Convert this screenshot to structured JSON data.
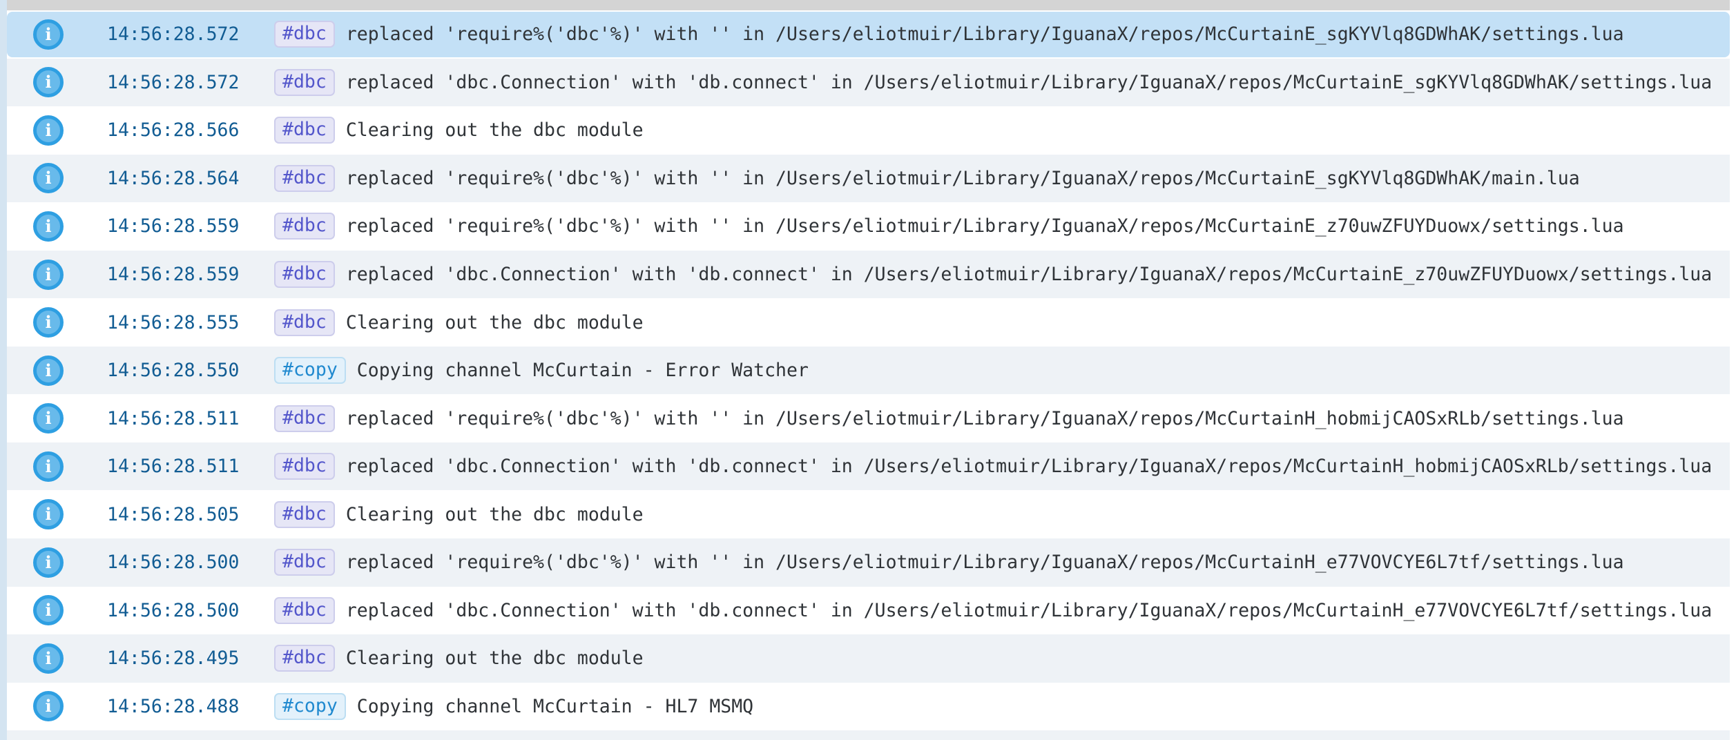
{
  "icon": {
    "info_glyph": "i",
    "name": "info-icon"
  },
  "colors": {
    "selected_row_bg": "#c3e0f6",
    "alt_row_bg": "#eef2f6",
    "left_strip": "#d4e4f1",
    "top_bar": "#d4d4d4",
    "timestamp_text": "#115c93",
    "message_text": "#2f3337",
    "dbc_badge_text": "#5356cb",
    "dbc_badge_bg": "#e6e6f6",
    "copy_badge_text": "#2089cf",
    "copy_badge_bg": "#e3f1fb",
    "info_icon_ring": "#2e9fe2",
    "info_icon_fill": "#68baeb"
  },
  "log": {
    "entries": [
      {
        "time": "14:56:28.572",
        "tag": "#dbc",
        "tag_type": "dbc",
        "selected": true,
        "message": "replaced 'require%('dbc'%)' with '' in /Users/eliotmuir/Library/IguanaX/repos/McCurtainE_sgKYVlq8GDWhAK/settings.lua"
      },
      {
        "time": "14:56:28.572",
        "tag": "#dbc",
        "tag_type": "dbc",
        "message": "replaced 'dbc.Connection' with 'db.connect' in /Users/eliotmuir/Library/IguanaX/repos/McCurtainE_sgKYVlq8GDWhAK/settings.lua"
      },
      {
        "time": "14:56:28.566",
        "tag": "#dbc",
        "tag_type": "dbc",
        "message": "Clearing out the dbc module"
      },
      {
        "time": "14:56:28.564",
        "tag": "#dbc",
        "tag_type": "dbc",
        "message": "replaced 'require%('dbc'%)' with '' in /Users/eliotmuir/Library/IguanaX/repos/McCurtainE_sgKYVlq8GDWhAK/main.lua"
      },
      {
        "time": "14:56:28.559",
        "tag": "#dbc",
        "tag_type": "dbc",
        "message": "replaced 'require%('dbc'%)' with '' in /Users/eliotmuir/Library/IguanaX/repos/McCurtainE_z70uwZFUYDuowx/settings.lua"
      },
      {
        "time": "14:56:28.559",
        "tag": "#dbc",
        "tag_type": "dbc",
        "message": "replaced 'dbc.Connection' with 'db.connect' in /Users/eliotmuir/Library/IguanaX/repos/McCurtainE_z70uwZFUYDuowx/settings.lua"
      },
      {
        "time": "14:56:28.555",
        "tag": "#dbc",
        "tag_type": "dbc",
        "message": "Clearing out the dbc module"
      },
      {
        "time": "14:56:28.550",
        "tag": "#copy",
        "tag_type": "copy",
        "message": "Copying channel McCurtain - Error Watcher"
      },
      {
        "time": "14:56:28.511",
        "tag": "#dbc",
        "tag_type": "dbc",
        "message": "replaced 'require%('dbc'%)' with '' in /Users/eliotmuir/Library/IguanaX/repos/McCurtainH_hobmijCAOSxRLb/settings.lua"
      },
      {
        "time": "14:56:28.511",
        "tag": "#dbc",
        "tag_type": "dbc",
        "message": "replaced 'dbc.Connection' with 'db.connect' in /Users/eliotmuir/Library/IguanaX/repos/McCurtainH_hobmijCAOSxRLb/settings.lua"
      },
      {
        "time": "14:56:28.505",
        "tag": "#dbc",
        "tag_type": "dbc",
        "message": "Clearing out the dbc module"
      },
      {
        "time": "14:56:28.500",
        "tag": "#dbc",
        "tag_type": "dbc",
        "message": "replaced 'require%('dbc'%)' with '' in /Users/eliotmuir/Library/IguanaX/repos/McCurtainH_e77VOVCYE6L7tf/settings.lua"
      },
      {
        "time": "14:56:28.500",
        "tag": "#dbc",
        "tag_type": "dbc",
        "message": "replaced 'dbc.Connection' with 'db.connect' in /Users/eliotmuir/Library/IguanaX/repos/McCurtainH_e77VOVCYE6L7tf/settings.lua"
      },
      {
        "time": "14:56:28.495",
        "tag": "#dbc",
        "tag_type": "dbc",
        "message": "Clearing out the dbc module"
      },
      {
        "time": "14:56:28.488",
        "tag": "#copy",
        "tag_type": "copy",
        "message": "Copying channel McCurtain - HL7 MSMQ"
      }
    ]
  }
}
